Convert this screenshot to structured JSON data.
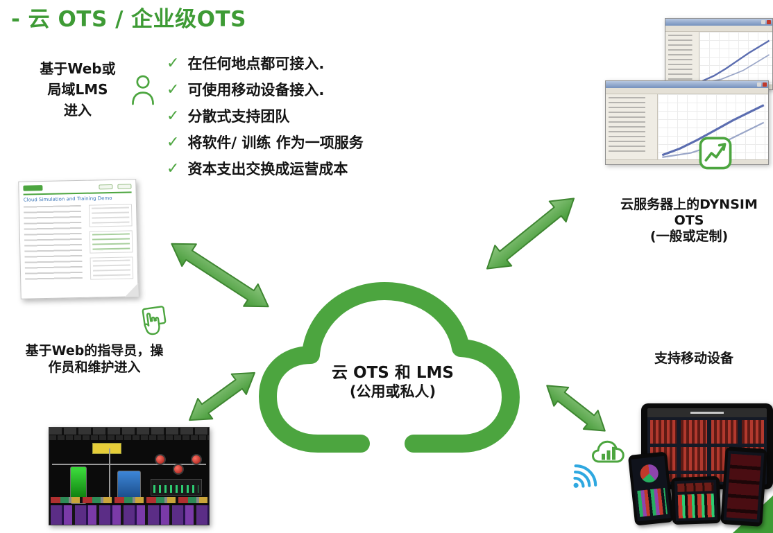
{
  "title": "- 云 OTS / 企业级OTS",
  "colors": {
    "title_green": "#3E9B35",
    "icon_green": "#4CA53F",
    "arrow_green": "#449A37",
    "wifi_blue": "#2FA8E0"
  },
  "left_access": {
    "lines": [
      "基于Web或",
      "局域LMS",
      "进入"
    ]
  },
  "benefits": {
    "check": "✓",
    "items": [
      "在任何地点都可接入.",
      "可使用移动设备接入.",
      "分散式支持团队",
      "将软件/ 训练 作为一项服务",
      "资本支出交换成运营成本"
    ]
  },
  "cloud": {
    "line1": "云 OTS 和 LMS",
    "line2": "(公用或私人)"
  },
  "dynsim_label": {
    "line1": "云服务器上的DYNSIM",
    "line2": "OTS",
    "line3": "(一般或定制)"
  },
  "instructor_access": {
    "line1": "基于Web的指导员，操",
    "line2": "作员和维护进入"
  },
  "mobile_label": "支持移动设备",
  "lms_screenshot": {
    "heading": "Cloud Simulation and Training Demo"
  },
  "icons": {
    "person": "person-outline",
    "hand_card": "hand-pointing-card",
    "trend": "chart-trend-arrow",
    "cloud_bars": "cloud-bar-chart",
    "wifi": "wifi-signal",
    "check": "checkmark"
  }
}
